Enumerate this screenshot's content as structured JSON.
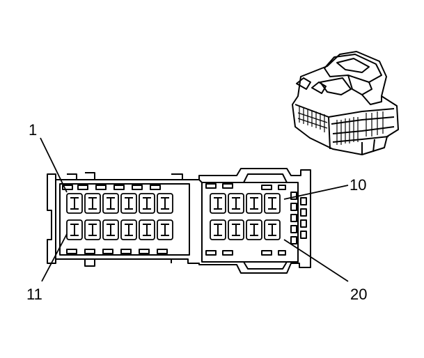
{
  "diagram": {
    "pin_labels": {
      "pin_1": "1",
      "pin_10": "10",
      "pin_11": "11",
      "pin_20": "20"
    },
    "line_color": "#000000",
    "background": "#ffffff"
  }
}
